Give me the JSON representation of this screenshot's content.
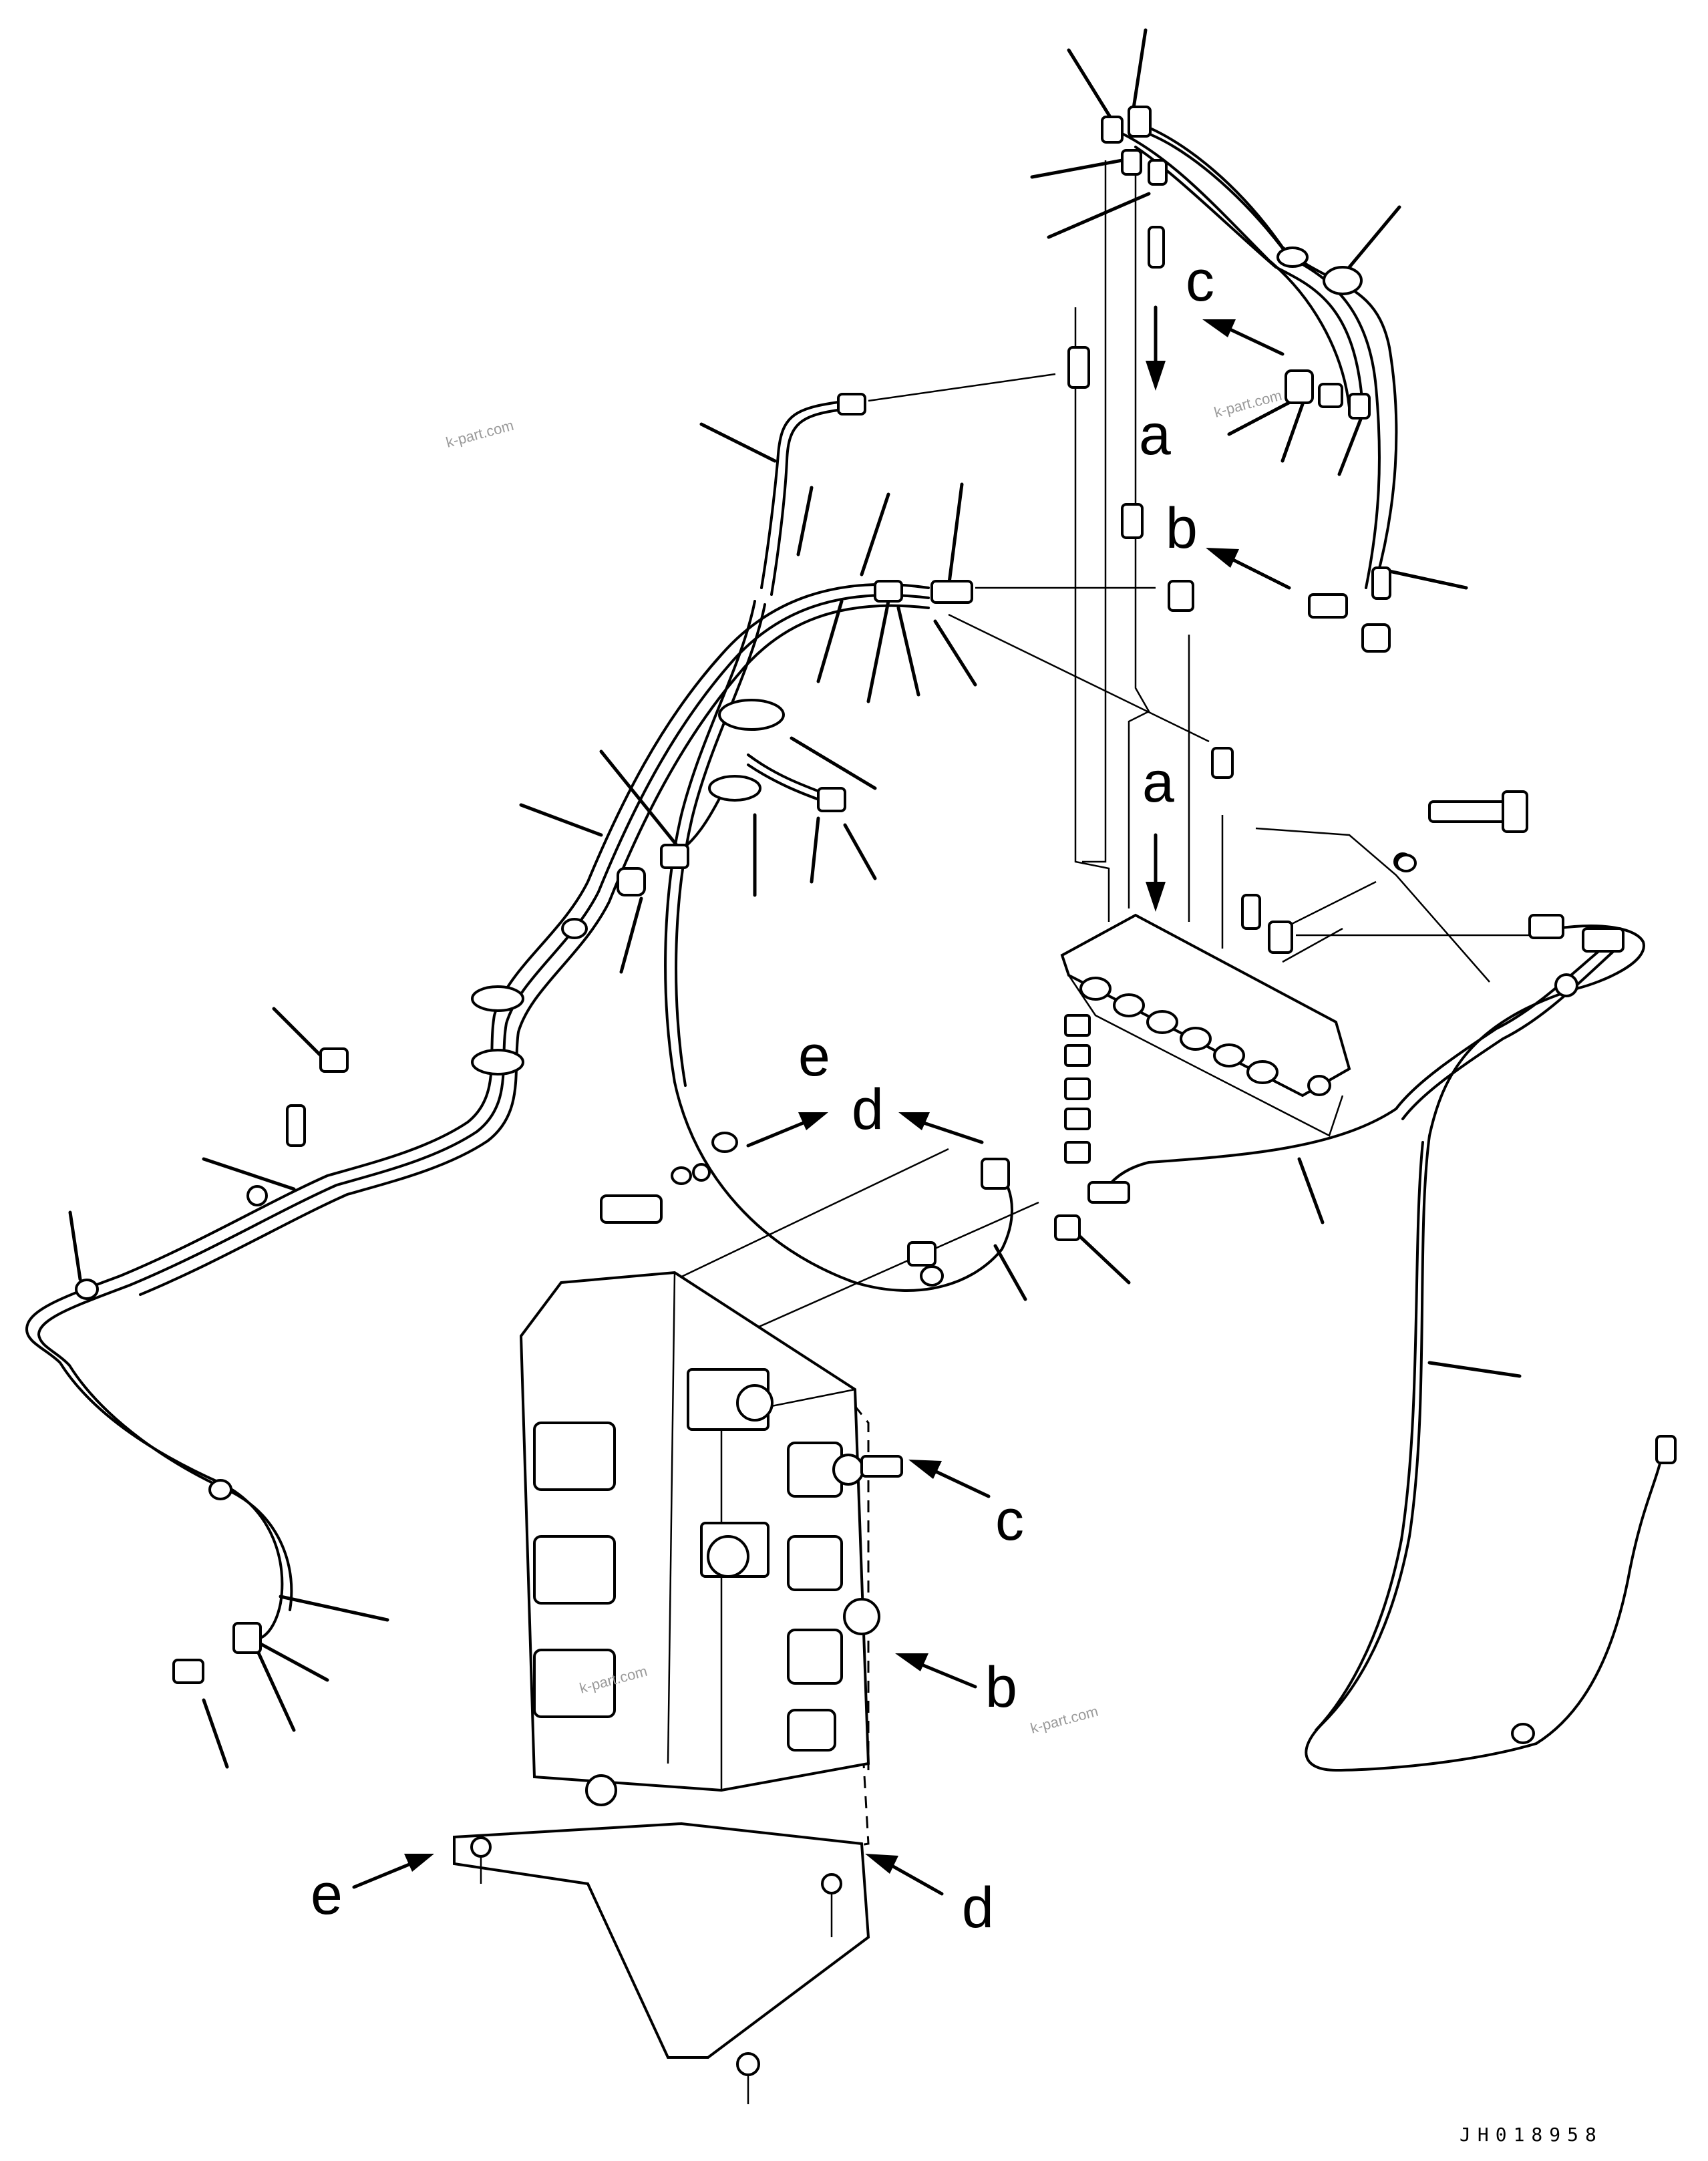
{
  "diagram": {
    "labels": {
      "a_upper": "a",
      "a_lower": "a",
      "b_upper": "b",
      "b_lower": "b",
      "c_upper": "c",
      "c_lower": "c",
      "d_upper": "d",
      "d_lower": "d",
      "e_upper": "e",
      "e_lower": "e"
    },
    "watermarks": [
      "k-part.com",
      "k-part.com",
      "k-part.com",
      "k-part.com"
    ],
    "drawing_code": "JH018958"
  }
}
